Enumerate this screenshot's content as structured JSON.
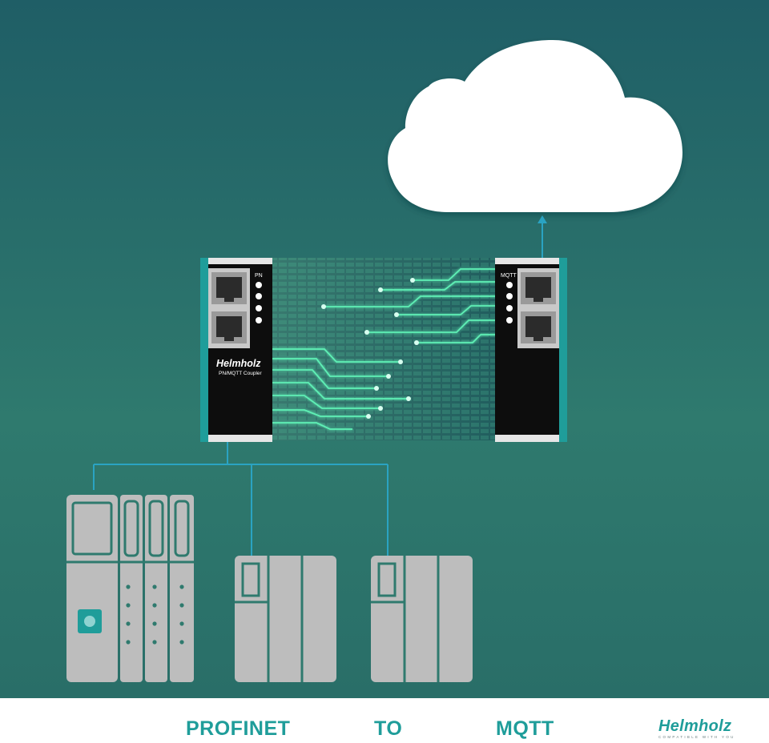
{
  "diagram": {
    "device": {
      "brand": "Helmholz",
      "model": "PN/MQTT Coupler",
      "left_port_label": "PN",
      "right_port_label": "MQTT"
    },
    "caption": {
      "left": "PROFINET",
      "middle": "TO",
      "right": "MQTT"
    },
    "logo": {
      "name": "Helmholz",
      "tagline": "COMPATIBLE WITH YOU"
    },
    "colors": {
      "background_top": "#1f5e66",
      "background_mid": "#2f7a6e",
      "accent": "#1f9d9a",
      "connector_line": "#2aa3c2",
      "device_gray": "#bdbdbd",
      "glow": "#4ee9b0"
    }
  }
}
